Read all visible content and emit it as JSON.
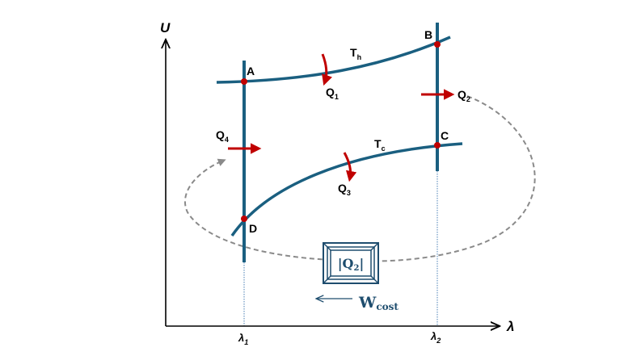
{
  "colors": {
    "curve": "#1a5f80",
    "arrow": "#c00000",
    "dashed": "#8a8a8a",
    "point": "#c00000",
    "box": "#1e4d6e",
    "axis": "#000000",
    "guide": "#4a7fb5"
  },
  "axes": {
    "y_label": "U",
    "x_label": "λ",
    "x_ticks": [
      {
        "main": "λ",
        "sub": "1"
      },
      {
        "main": "λ",
        "sub": "2"
      }
    ]
  },
  "points": {
    "A": "A",
    "B": "B",
    "C": "C",
    "D": "D"
  },
  "isotherms": {
    "hot": {
      "main": "T",
      "sub": "h"
    },
    "cold": {
      "main": "T",
      "sub": "c"
    }
  },
  "heats": {
    "q1": {
      "main": "Q",
      "sub": "1"
    },
    "q2": {
      "main": "Q",
      "sub": "2"
    },
    "q3": {
      "main": "Q",
      "sub": "3"
    },
    "q4": {
      "main": "Q",
      "sub": "4"
    }
  },
  "box": {
    "left_bar": "|",
    "main": "Q",
    "sub": "2",
    "right_bar": "|"
  },
  "work": {
    "main": "W",
    "sub": "cost"
  }
}
